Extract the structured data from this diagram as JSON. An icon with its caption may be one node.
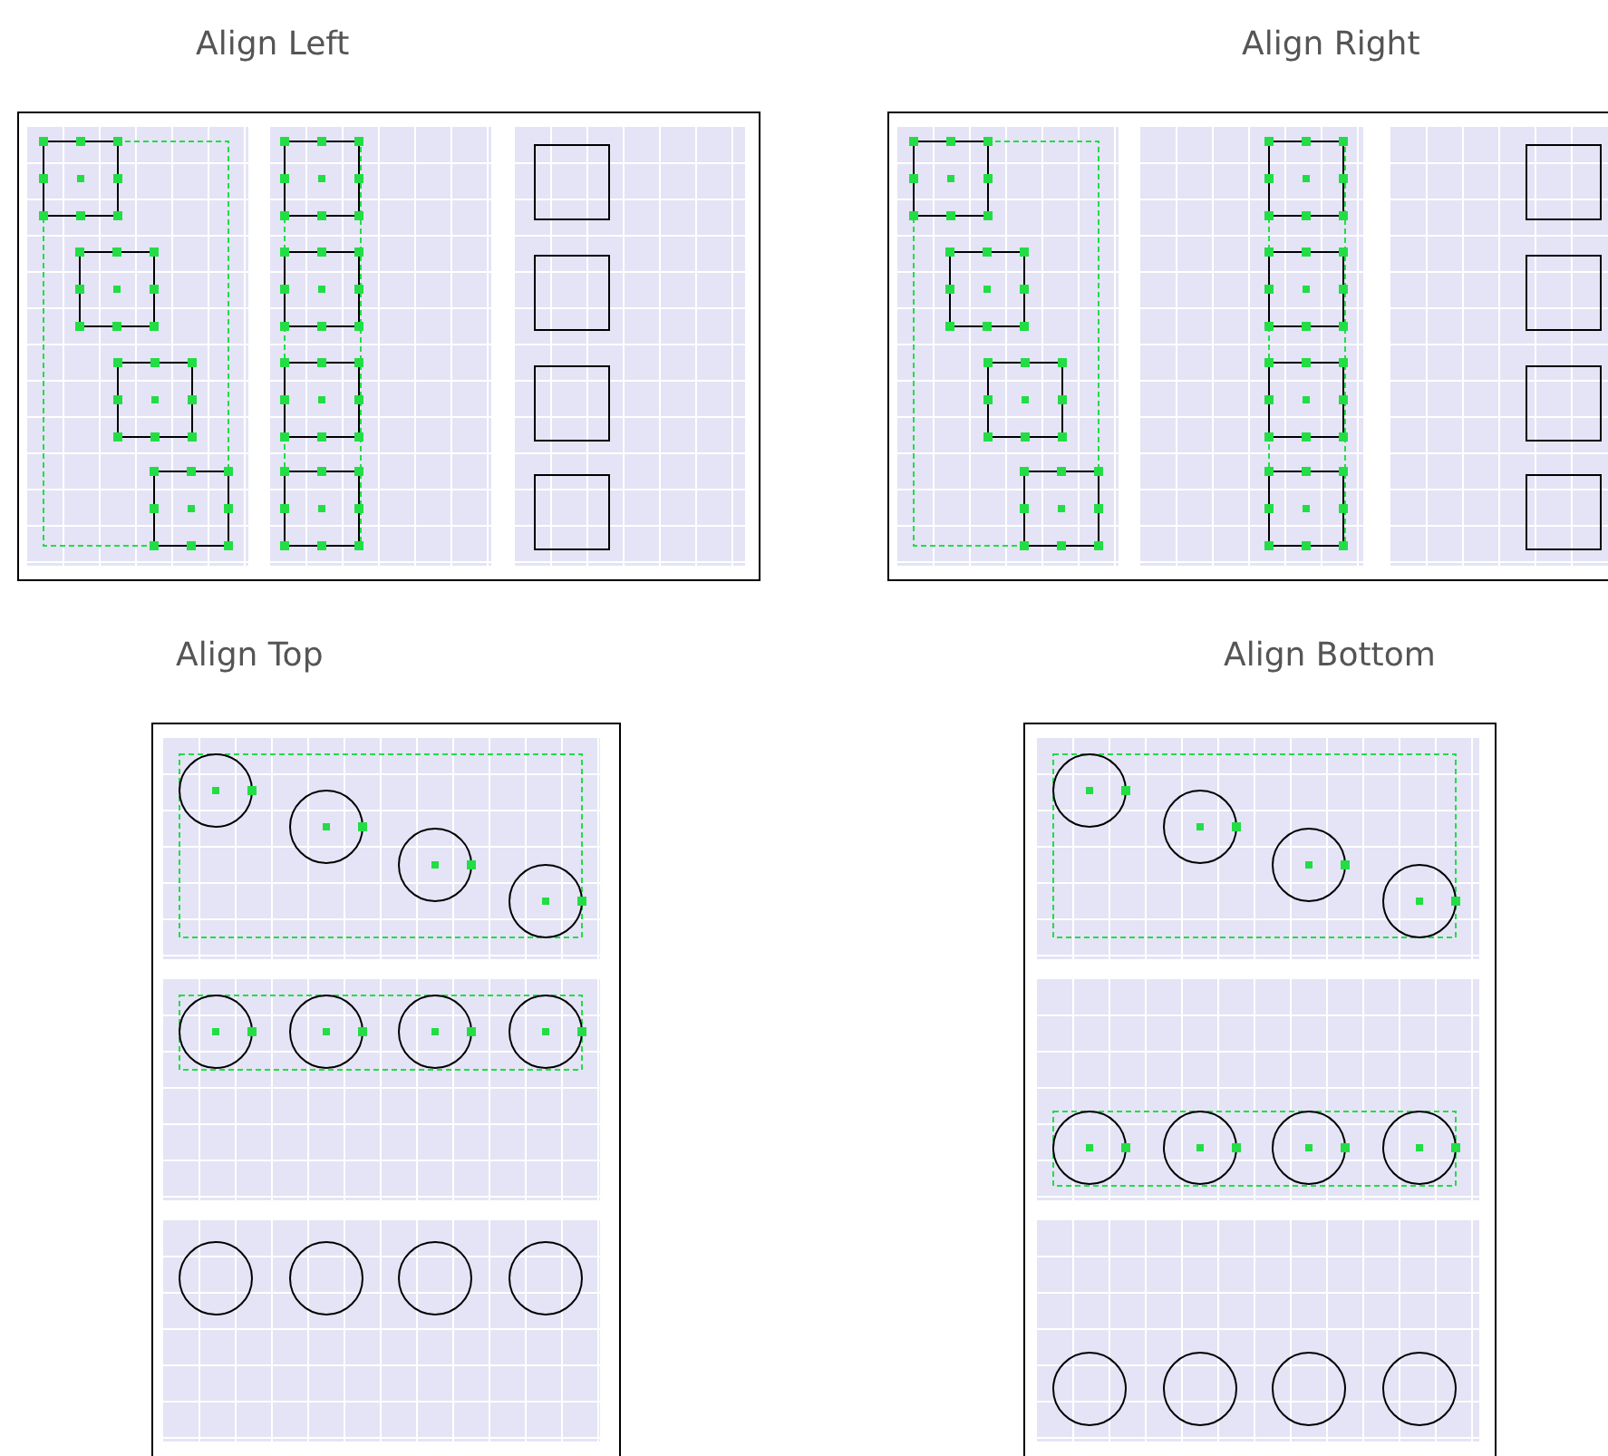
{
  "diagram": {
    "labels": [
      "Align Left",
      "Align Right",
      "Align Top",
      "Align Bottom"
    ]
  }
}
